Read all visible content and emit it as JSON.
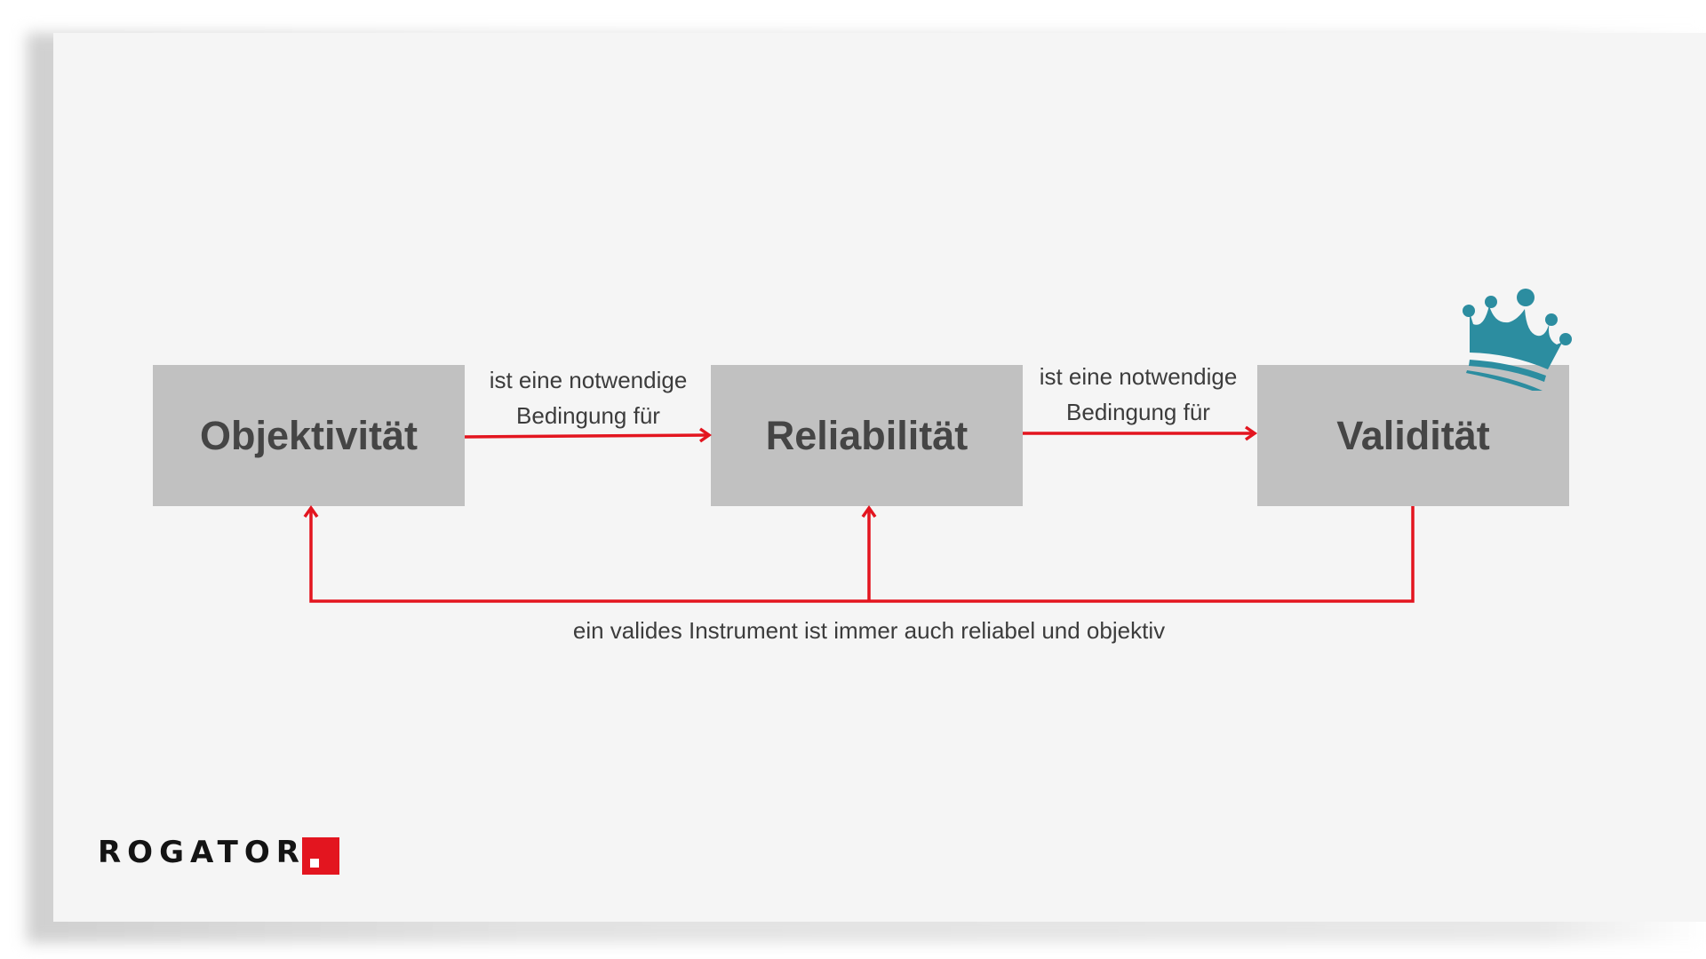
{
  "boxes": [
    "Objektivität",
    "Reliabilität",
    "Validität"
  ],
  "arrow_labels": [
    {
      "line1": "ist eine notwendige",
      "line2": "Bedingung für"
    },
    {
      "line1": "ist eine notwendige",
      "line2": "Bedingung für"
    }
  ],
  "feedback_label": "ein valides Instrument ist immer auch reliabel und objektiv",
  "logo": "ROGATOR",
  "colors": {
    "arrow": "#e3151f",
    "crown": "#2c8da0",
    "box": "#c1c1c1"
  }
}
